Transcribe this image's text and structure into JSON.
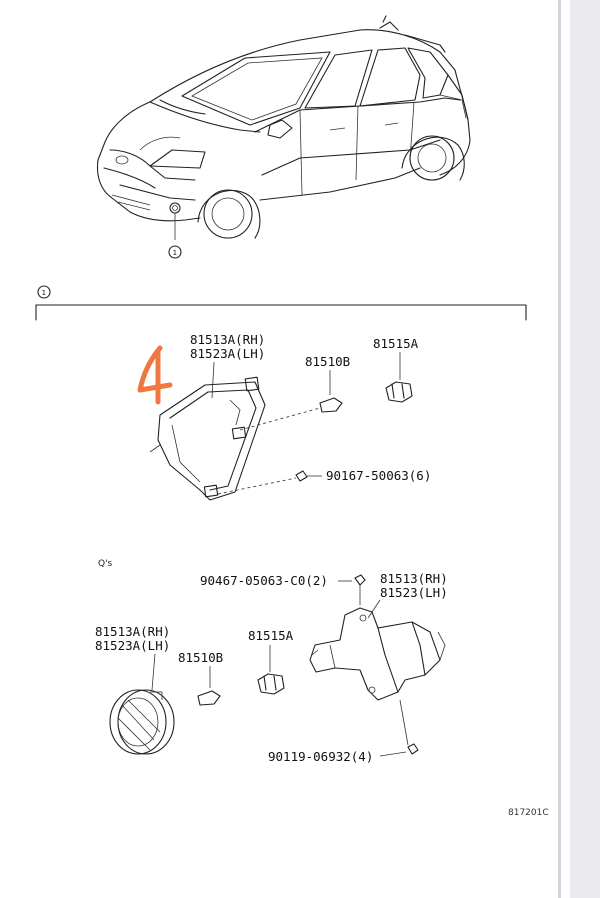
{
  "callout_number": "1",
  "section_symbol": "1",
  "handwritten_mark": "4",
  "upper_group": {
    "part_a_rh": "81513A(RH)",
    "part_a_lh": "81523A(LH)",
    "bulb": "81510B",
    "socket": "81515A",
    "screw": "90167-50063(6)"
  },
  "lower_group": {
    "note": "Q's",
    "housing_rh": "81513(RH)",
    "housing_lh": "81523(LH)",
    "bolt": "90467-05063-C0(2)",
    "lamp_rh": "81513A(RH)",
    "lamp_lh": "81523A(LH)",
    "bulb": "81510B",
    "socket": "81515A",
    "screw": "90119-06932(4)"
  },
  "figure_code": "817201C",
  "colors": {
    "ink": "#222222",
    "mark": "#f07840",
    "side_panel": "#e9e9ee"
  }
}
